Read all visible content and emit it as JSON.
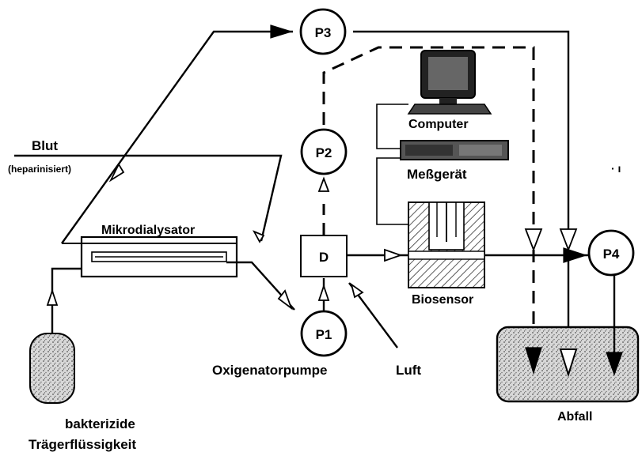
{
  "labels": {
    "blut": "Blut",
    "heparinisiert": "(heparinisiert)",
    "mikrodialysator": "Mikrodialysator",
    "computer": "Computer",
    "messgeraet": "Meßgerät",
    "biosensor": "Biosensor",
    "oxigenatorpumpe": "Oxigenatorpumpe",
    "luft": "Luft",
    "abfall": "Abfall",
    "traeger_line1": "bakterizide",
    "traeger_line2": "Trägerflüssigkeit",
    "stray_mark": "· ı"
  },
  "pumps": {
    "p1": "P1",
    "p2": "P2",
    "p3": "P3",
    "p4": "P4"
  },
  "degasser": "D"
}
